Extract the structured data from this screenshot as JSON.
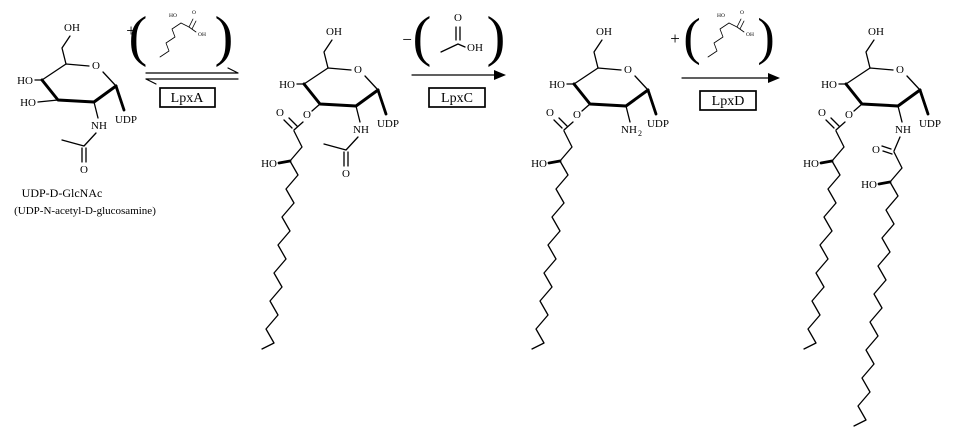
{
  "colors": {
    "ink": "#000000",
    "background": "#ffffff"
  },
  "symbols": {
    "plus": "+",
    "minus": "−",
    "paren_open": "(",
    "paren_close": ")"
  },
  "enzymes": {
    "lpxa": "LpxA",
    "lpxc": "LpxC",
    "lpxd": "LpxD"
  },
  "caption": {
    "line1": "UDP-D-GlcNAc",
    "line2": "(UDP-N-acetyl-D-glucosamine)"
  },
  "m1": {
    "oh_top": "OH",
    "ho_c4": "HO",
    "ho_c3": "HO",
    "ring_o": "O",
    "nh": "NH",
    "acetyl_o": "O",
    "udp": "UDP"
  },
  "m2": {
    "oh_top": "OH",
    "ho_c4": "HO",
    "ring_o": "O",
    "ester_o": "O",
    "carbonyl_o": "O",
    "chain_ho": "HO",
    "nh": "NH",
    "acetyl_o": "O",
    "udp": "UDP"
  },
  "m3": {
    "oh_top": "OH",
    "ho_c4": "HO",
    "ring_o": "O",
    "ester_o": "O",
    "carbonyl_o": "O",
    "chain_ho": "HO",
    "nh": "NH",
    "nh_sub": "2",
    "udp": "UDP"
  },
  "m4": {
    "oh_top": "OH",
    "ho_c4": "HO",
    "ring_o": "O",
    "ester_o": "O",
    "carbonyl_o": "O",
    "chain_ho": "HO",
    "nh": "NH",
    "amide_o": "O",
    "chain2_ho": "HO",
    "udp": "UDP"
  },
  "acp1": {
    "ho": "HO",
    "o": "O",
    "oh": "OH"
  },
  "acetate": {
    "o": "O",
    "oh": "OH"
  },
  "acp2": {
    "ho": "HO",
    "o": "O",
    "oh": "OH"
  }
}
